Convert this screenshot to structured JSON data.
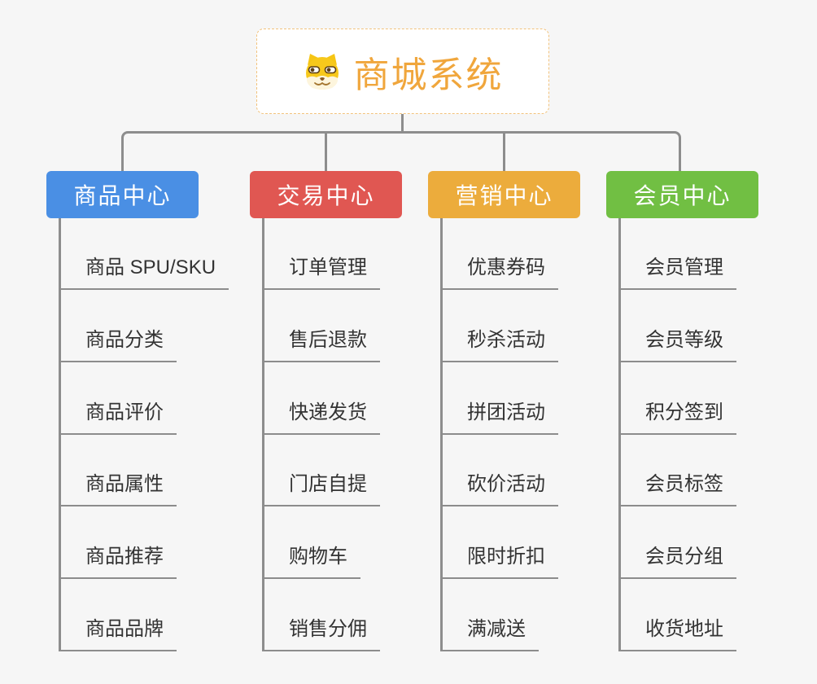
{
  "root": {
    "title": "商城系统",
    "icon": "dog-face-icon"
  },
  "branches": [
    {
      "label": "商品中心",
      "color": "#4a8fe4",
      "children": [
        "商品 SPU/SKU",
        "商品分类",
        "商品评价",
        "商品属性",
        "商品推荐",
        "商品品牌"
      ]
    },
    {
      "label": "交易中心",
      "color": "#e05752",
      "children": [
        "订单管理",
        "售后退款",
        "快递发货",
        "门店自提",
        "购物车",
        "销售分佣"
      ]
    },
    {
      "label": "营销中心",
      "color": "#ecac3c",
      "children": [
        "优惠券码",
        "秒杀活动",
        "拼团活动",
        "砍价活动",
        "限时折扣",
        "满减送"
      ]
    },
    {
      "label": "会员中心",
      "color": "#71bf43",
      "children": [
        "会员管理",
        "会员等级",
        "积分签到",
        "会员标签",
        "会员分组",
        "收货地址"
      ]
    }
  ],
  "colors": {
    "canvas_background": "#f6f6f6",
    "root_border": "#f2c27c",
    "root_title": "#f0a63c",
    "connector": "#8d8d8d",
    "leaf_text": "#333333",
    "leaf_underline": "#8c8c8c"
  }
}
